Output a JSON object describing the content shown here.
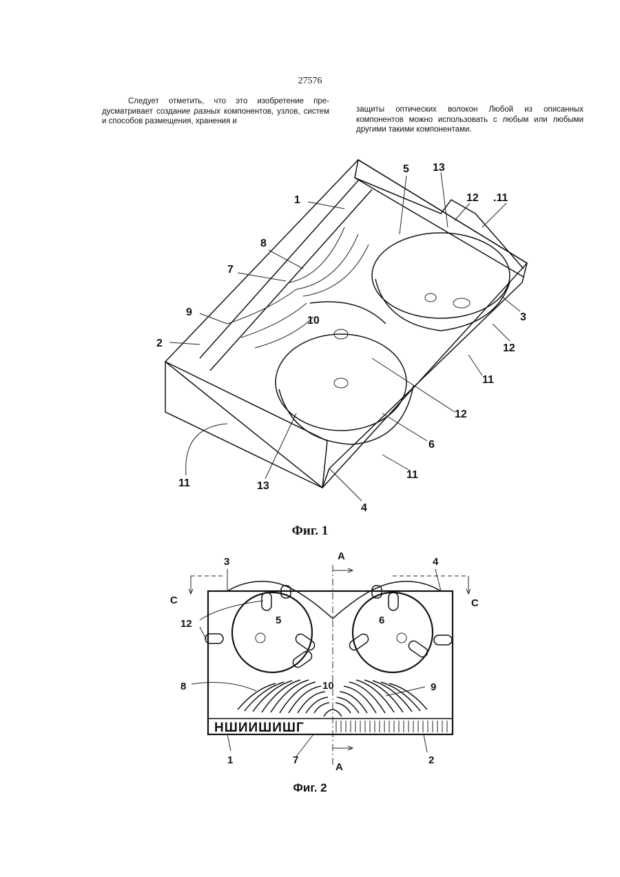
{
  "page": {
    "number": "27576"
  },
  "text": {
    "left_paragraph": "Следует отметить, что это изобретение предусматривает создание разных компонентов, узлов, систем и способов размещения, хранения и",
    "left_part1": "Следует отметить, что это изобретение пре-дусматривает создание ",
    "left_italic": "разных",
    "left_part2": " компонентов, узлов, систем и способов размещения, хранения и",
    "right_paragraph": "защиты оптических волокон Любой из описанных компонентов можно использовать с любым или любыми другими такими компонентами."
  },
  "figure1": {
    "caption": "Фиг. 1",
    "labels": {
      "l1": "1",
      "l2": "2",
      "l3": "3",
      "l4": "4",
      "l5": "5",
      "l6": "6",
      "l7": "7",
      "l8": "8",
      "l9": "9",
      "l10": "10",
      "l11a": ".11",
      "l11b": "11",
      "l11c": "11",
      "l11d": "11",
      "l12a": "12",
      "l12b": "12",
      "l12c": "12",
      "l13a": "13",
      "l13b": "13"
    }
  },
  "figure2": {
    "caption": "Фиг. 2",
    "labels": {
      "l1": "1",
      "l2": "2",
      "l3": "3",
      "l4": "4",
      "l5": "5",
      "l6": "6",
      "l7": "7",
      "l8": "8",
      "l9": "9",
      "l10": "10",
      "l12": "12",
      "section_a_top": "A",
      "section_a_bottom": "A",
      "section_c_left": "C",
      "section_c_right": "C"
    },
    "stamp_text": "НШИИШИШГ"
  }
}
